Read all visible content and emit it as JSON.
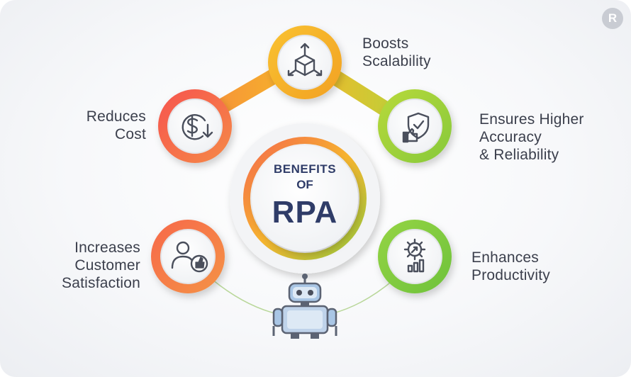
{
  "center": {
    "line1": "BENEFITS",
    "line2": "OF",
    "line3": "RPA"
  },
  "benefits": [
    {
      "lines": [
        "Boosts",
        "Scalability"
      ],
      "icon": "cube-scale-icon"
    },
    {
      "lines": [
        "Ensures Higher",
        "Accuracy",
        "& Reliability"
      ],
      "icon": "shield-check-icon"
    },
    {
      "lines": [
        "Enhances",
        "Productivity"
      ],
      "icon": "gear-growth-icon"
    },
    {
      "lines": [
        "Increases",
        "Customer",
        "Satisfaction"
      ],
      "icon": "user-thumbs-up-icon"
    },
    {
      "lines": [
        "Reduces",
        "Cost"
      ],
      "icon": "dollar-down-icon"
    }
  ],
  "logo": {
    "text": "R"
  },
  "colors": {
    "orange": "#f5a623",
    "yellow": "#f7c948",
    "green": "#7ccc3a",
    "red": "#f0584f",
    "coral": "#f6764a",
    "navy": "#2f3c68"
  }
}
